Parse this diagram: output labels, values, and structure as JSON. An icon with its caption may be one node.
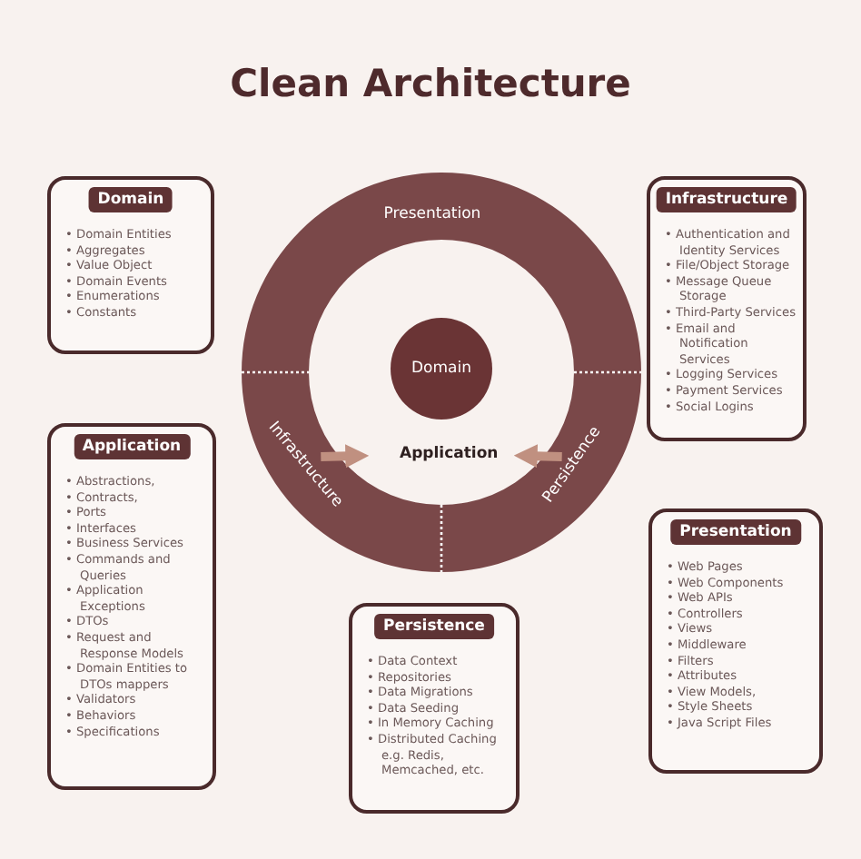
{
  "diagram": {
    "title": "Clean Architecture",
    "nodes": [
      {
        "text": [
          "Domain",
          "• Domain Entities",
          "• Aggregates",
          "• Value Object",
          "• Domain Events",
          "• Enumerations",
          "• Constants"
        ]
      },
      {
        "text": [
          "Infrastructure",
          "• Authentication and Identity Services",
          "• File/Object Storage",
          "• Message Queue Storage",
          "• Third-Party Services",
          "• Email and Notification Services",
          "• Logging Services",
          "• Payment Services",
          "• Social Logins"
        ]
      },
      {
        "text": [
          "Presentation"
        ]
      },
      {
        "text": [
          "Application"
        ]
      },
      {
        "text": [
          "Domain"
        ]
      },
      {
        "text": [
          "Infrastructure"
        ]
      },
      {
        "text": [
          "Persistence"
        ]
      },
      {
        "text": [
          "Application",
          "• Abstractions,",
          "• Contracts,",
          "• Ports",
          "• Interfaces",
          "• Business Services",
          "• Commands and Queries",
          "• Application Exceptions",
          "• DTOs",
          "• Request and Response Models",
          "• Domain Entities to DTOs mappers",
          "• Validators",
          "• Behaviors",
          "• Specifications"
        ]
      },
      {
        "text": [
          "Presentation",
          "• Web Pages",
          "• Web Components",
          "• Web APIs",
          "• Controllers",
          "• Views",
          "• Middleware",
          "• Filters",
          "• Attributes",
          "• View Models,",
          "• Style Sheets",
          "• Java Script Files"
        ]
      },
      {
        "text": [
          "Persistence",
          "• Data Context",
          "• Repositories",
          "• Data Migrations",
          "• Data Seeding",
          "• In Memory Caching",
          "• Distributed Caching e.g. Redis, Memcached, etc."
        ]
      }
    ],
    "edges": [
      {
        "from": 5,
        "to": 3,
        "arrow": "to"
      },
      {
        "from": 6,
        "to": 3,
        "arrow": "to"
      }
    ]
  }
}
